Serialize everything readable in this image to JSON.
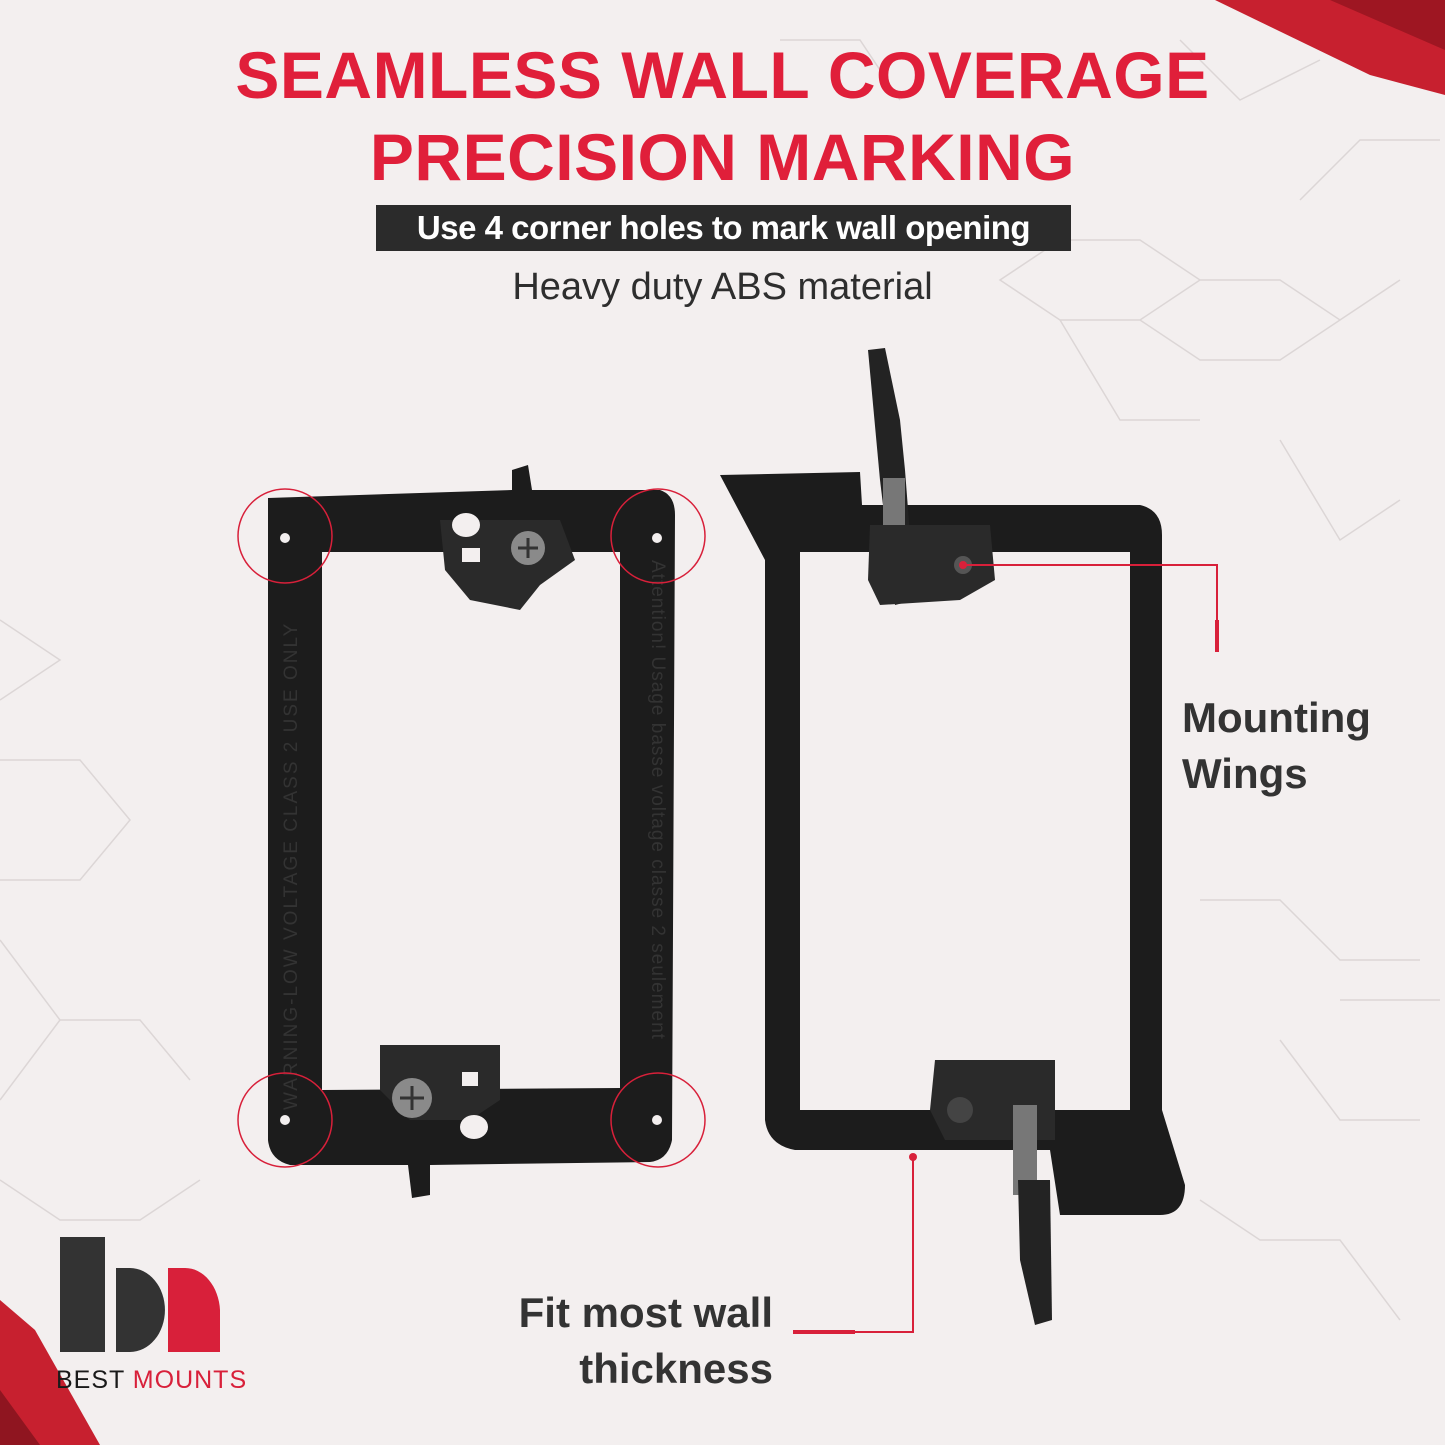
{
  "headline": {
    "line1": "SEAMLESS WALL COVERAGE",
    "line2": "PRECISION MARKING"
  },
  "tagline": "Use 4 corner holes to mark wall opening",
  "subtitle": "Heavy duty ABS material",
  "callouts": {
    "mounting_wings": [
      "Mounting",
      "Wings"
    ],
    "wall_thickness": [
      "Fit most wall",
      "thickness"
    ]
  },
  "bracket_markings": {
    "left_side": "WARNING-LOW VOLTAGE CLASS 2 USE ONLY",
    "right_side": "Attention! Usage basse voltage classe 2 seulement"
  },
  "brand": {
    "name_part1": "BEST",
    "name_part2": "MOUNTS"
  },
  "colors": {
    "accent_red": "#e01f3a",
    "dark": "#2b2b2b",
    "background": "#f3efef",
    "bracket": "#1c1c1c"
  }
}
